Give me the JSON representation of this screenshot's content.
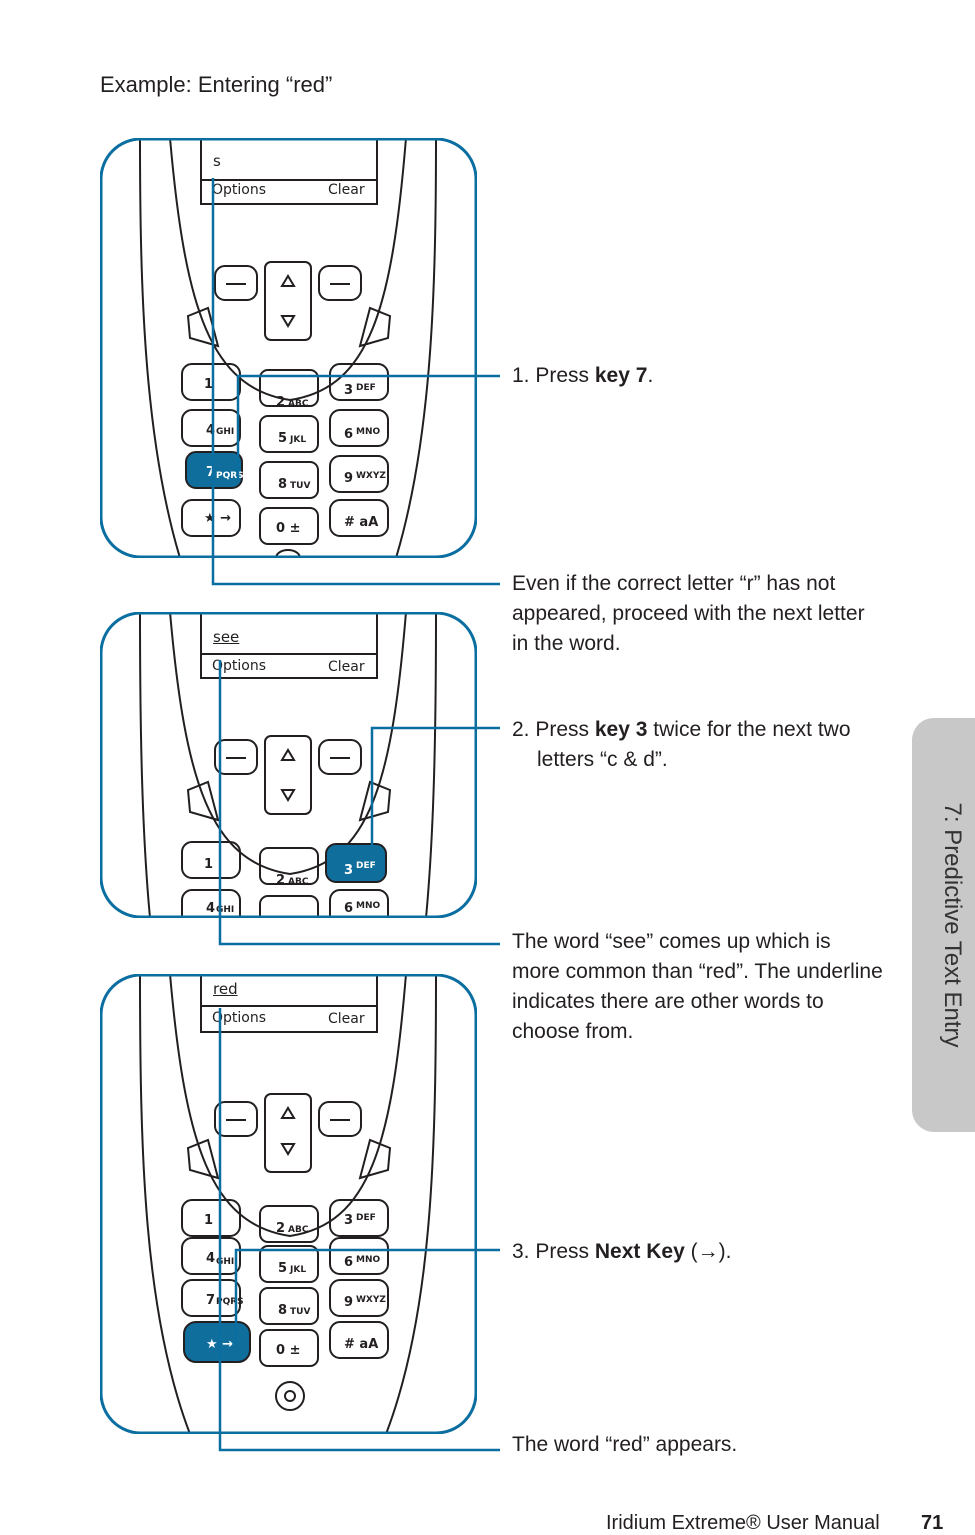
{
  "page_title": "Example: Entering “red”",
  "phone_screens": [
    {
      "text": "s",
      "left_softkey": "Options",
      "right_softkey": "Clear"
    },
    {
      "text": "see",
      "left_softkey": "Options",
      "right_softkey": "Clear"
    },
    {
      "text": "red",
      "left_softkey": "Options",
      "right_softkey": "Clear"
    }
  ],
  "keys": {
    "k1": "1",
    "k2": "2",
    "k2s": "ABC",
    "k3": "3",
    "k3s": "DEF",
    "k4": "4",
    "k4s": "GHI",
    "k5": "5",
    "k5s": "JKL",
    "k6": "6",
    "k6s": "MNO",
    "k7": "7",
    "k7s": "PQRS",
    "k8": "8",
    "k8s": "TUV",
    "k9": "9",
    "k9s": "WXYZ",
    "kstar": "★ →",
    "k0": "0 ±",
    "khash": "# aA"
  },
  "notes": {
    "step1_prefix": "1. Press ",
    "step1_bold": "key 7",
    "step1_suffix": ".",
    "note1": "Even if the correct letter “r” has not appeared, proceed with the next letter in the word.",
    "step2_prefix": "2. Press ",
    "step2_bold": "key 3",
    "step2_suffix": " twice for the next two letters “c & d”.",
    "note2": "The word “see” comes up which is more common than “red”. The underline indicates there are other words to choose from.",
    "step3_prefix": "3. Press ",
    "step3_bold": "Next Key",
    "step3_suffix": " (→).",
    "note3": "The word “red” appears."
  },
  "side_tab": "7: Predictive Text Entry",
  "footer": "Iridium Extreme® User Manual",
  "page_number": "71",
  "colors": {
    "accent": "#0b6ea1",
    "key_highlight": "#0f6e9c",
    "tab_bg": "#c8c8c9"
  }
}
